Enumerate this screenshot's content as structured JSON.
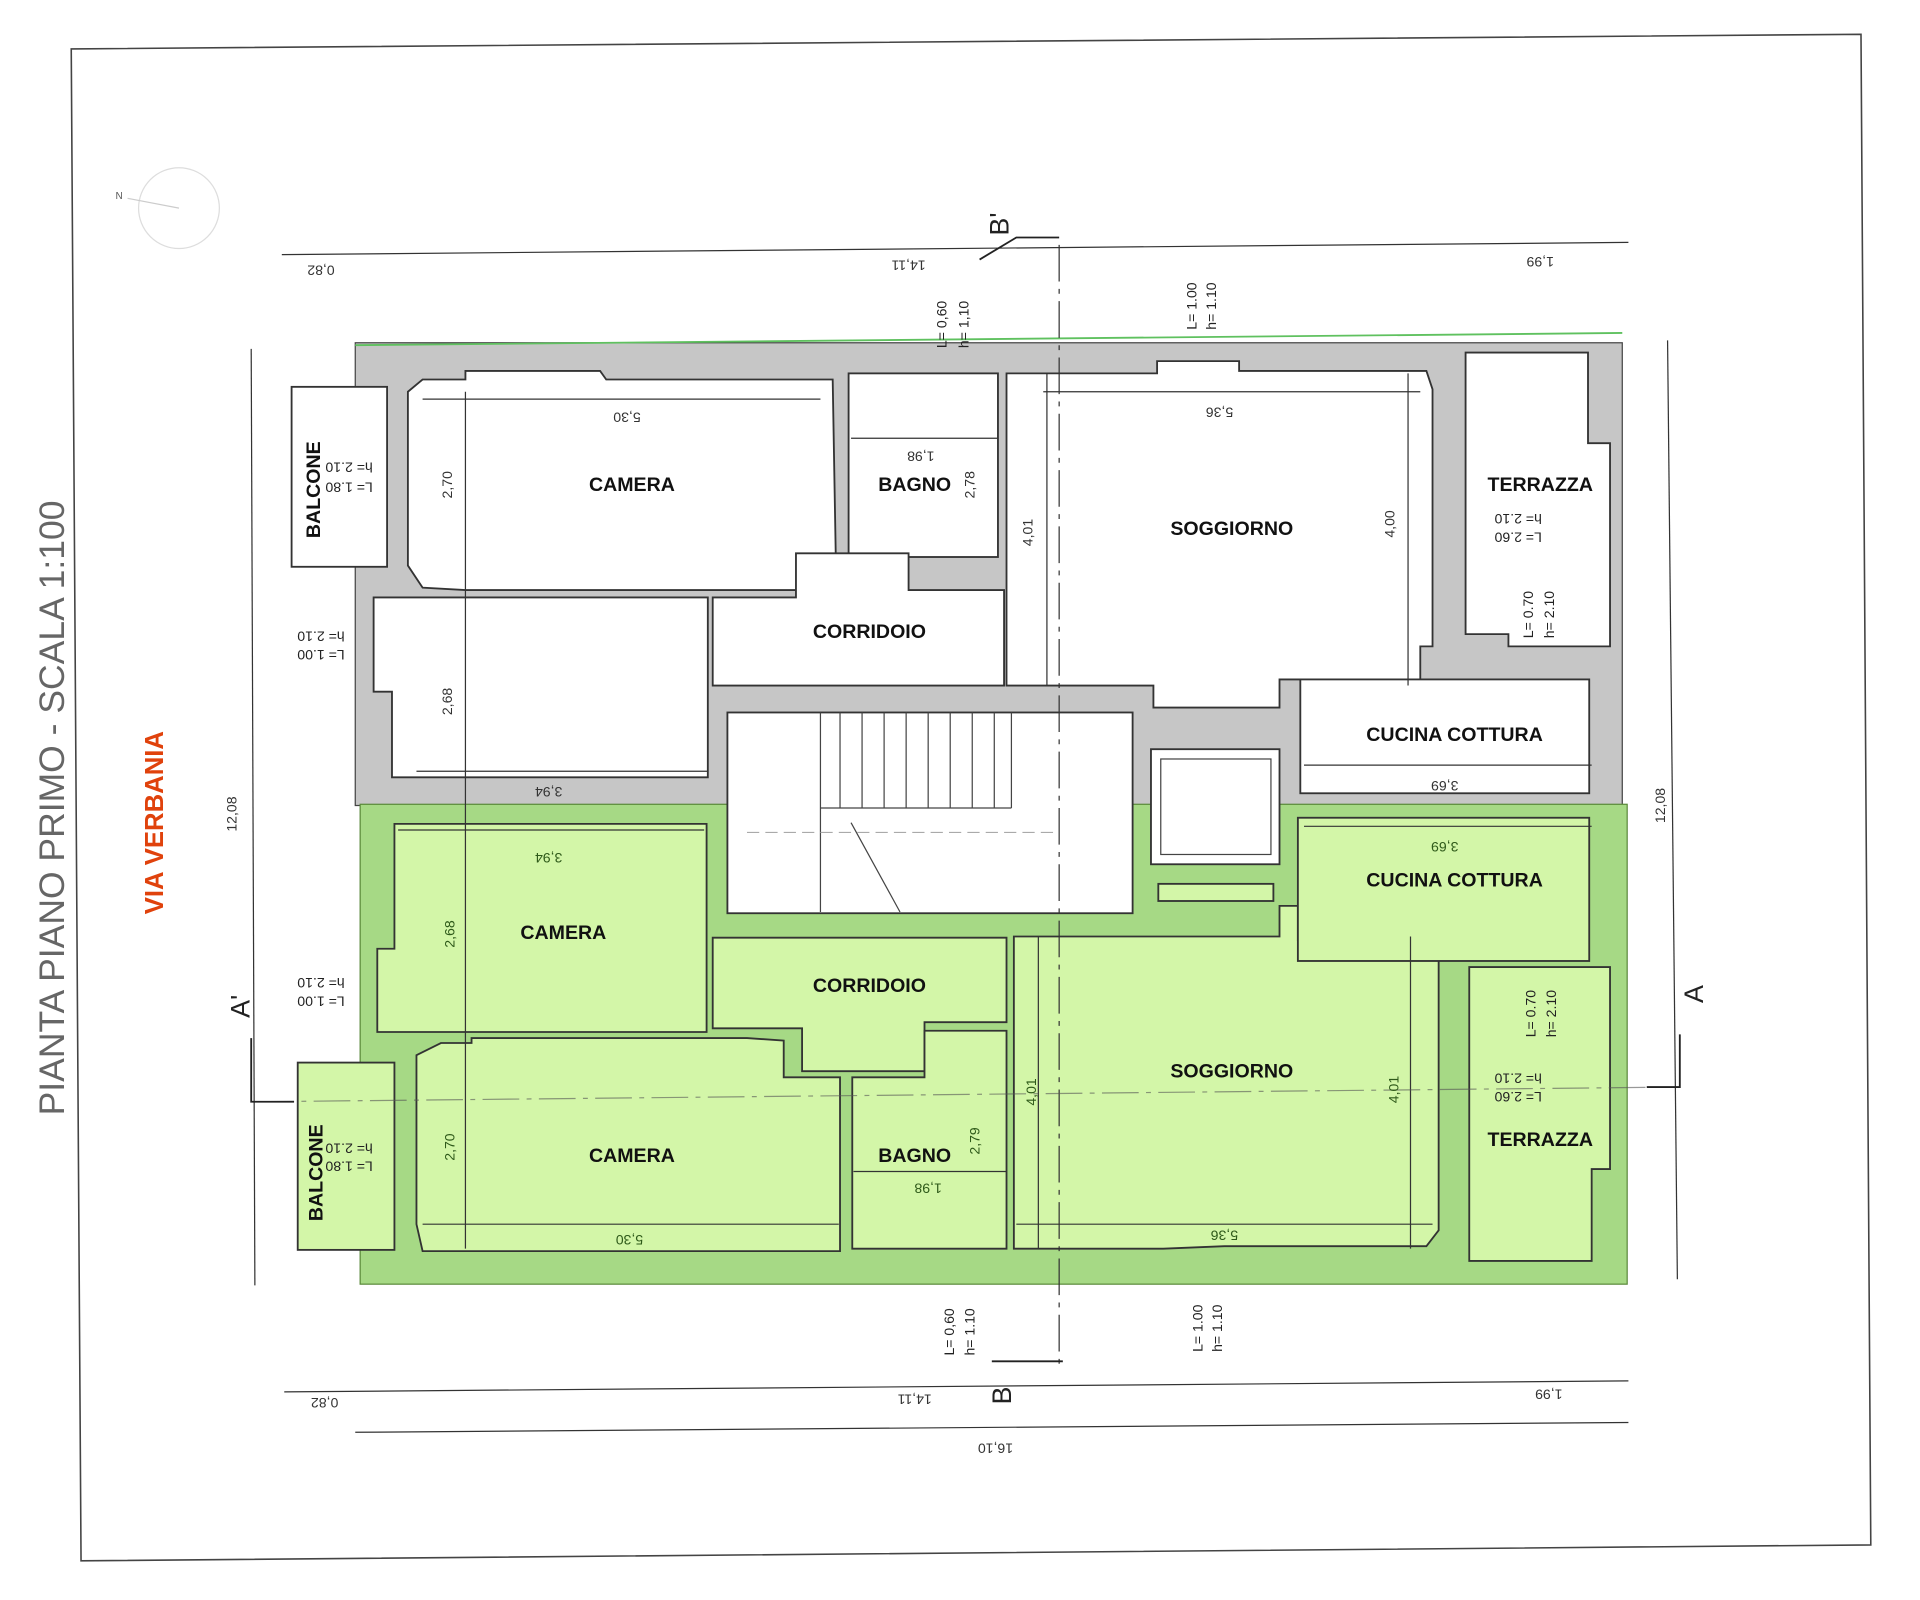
{
  "title": "PIANTA  PIANO PRIMO - SCALA 1:100",
  "street": "VIA VERBANIA",
  "north_label": "N",
  "colors": {
    "unit_highlight": "#d3f6a8",
    "unit_walls": "#a6d985",
    "walls": "#c6c6c6",
    "street": "#e0420c"
  },
  "rooms_upper": [
    "CAMERA",
    "BAGNO",
    "SOGGIORNO",
    "TERRAZZA",
    "CORRIDOIO",
    "CUCINA COTTURA",
    "BALCONE"
  ],
  "rooms_lower": [
    "CAMERA",
    "CORRIDOIO",
    "CAMERA",
    "BAGNO",
    "SOGGIORNO",
    "CUCINA COTTURA",
    "TERRAZZA",
    "BALCONE"
  ],
  "dims_upper": [
    "0,82",
    "14,11",
    "1,99",
    "5,30",
    "1,98",
    "5,36",
    "2,70",
    "2,78",
    "4,01",
    "4,00",
    "2,68",
    "3,94",
    "3,69",
    "12,08",
    "12,08"
  ],
  "dims_lower": [
    "3,94",
    "2,68",
    "3,69",
    "2,70",
    "2,79",
    "4,01",
    "4,01",
    "1,98",
    "5,30",
    "5,36",
    "0,82",
    "14,11",
    "1,99",
    "16,10"
  ],
  "windows": [
    "L= 0,60",
    "h= 1,10",
    "L= 1.00",
    "h= 1.10",
    "h= 2.10",
    "L= 1.80",
    "h= 2.10",
    "L= 1.00",
    "h= 2.10",
    "L= 2.60",
    "L= 0.70",
    "h= 2.10",
    "h= 2.10",
    "L= 1.00",
    "h= 2.10",
    "L= 1.80",
    "L= 0.70",
    "h= 2.10",
    "h= 2.10",
    "L= 2.60",
    "L= 0,60",
    "h= 1.10",
    "L= 1.00",
    "h= 1.10"
  ],
  "sections": [
    "B'",
    "B",
    "A'",
    "A"
  ]
}
